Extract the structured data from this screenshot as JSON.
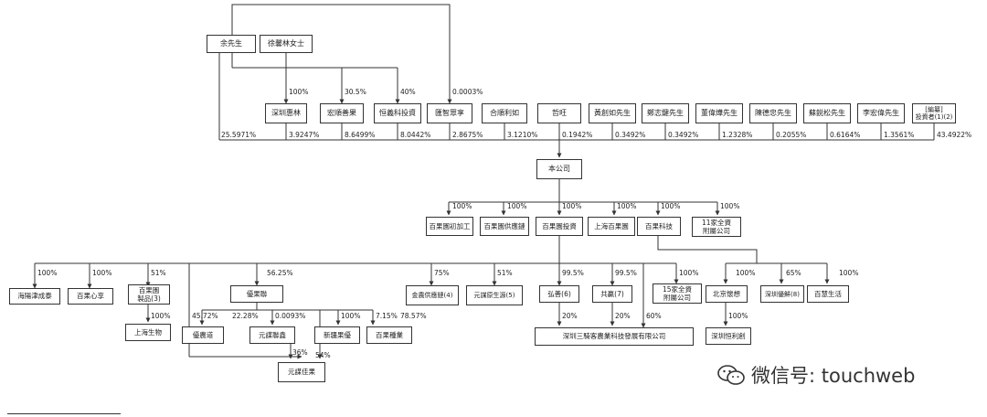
{
  "diagram": {
    "nodes": {
      "yu": "余先生",
      "xu": "徐馨林女士",
      "sz_huilin": "深圳惠林",
      "hongshun": "宏順善果",
      "hengyi": "恒義科投資",
      "huizhi": "匯智眾享",
      "heshun": "合順利如",
      "zhewang": "哲旺",
      "huang": "黃創如先生",
      "zheng": "鄭志鍵先生",
      "dong": "董偉燁先生",
      "chen": "陳德忠先生",
      "su": "蘇鋭松先生",
      "li": "李宏偉先生",
      "ipo_investors": "[編纂]\n投資者(1)(2)",
      "company": "本公司",
      "jiagong": "百果園初加工",
      "gongying": "百果園供應鏈",
      "touzi": "百果園投資",
      "shanghai": "上海百果園",
      "keji": "百果科技",
      "sub11": "11家全資\n附屬公司",
      "haiyang": "海陽津成泰",
      "xinxiang": "百果心享",
      "zhipin": "百果園\n製品(3)",
      "shengwu": "上海生物",
      "nongdao": "優農道",
      "youguolian": "優果聯",
      "yuanmou_lian": "元謀聯鑫",
      "xinjiang": "新疆果優",
      "zhongye": "百果種業",
      "yuanmou_jia": "元謀佳果",
      "jinnong": "金農供應鏈(4)",
      "yuanmou_yuan": "元謀原生源(5)",
      "hongshan": "弘善(6)",
      "gongxiang": "共贏(7)",
      "sub15": "15家全資\n附屬公司",
      "sanqi": "深圳三騎客農業科技發展有限公司",
      "beijing": "北京懷想",
      "youxian": "深圳優鮮(8)",
      "baihui": "百慧生活",
      "henglichuang": "深圳恒利創"
    },
    "percents": {
      "p_huilin": "100%",
      "p_hongshun": "30.5%",
      "p_hengyi": "40%",
      "p_huizhi": "0.0003%",
      "s_yu": "25.5971%",
      "s_huilin": "3.9247%",
      "s_hongshun": "8.6499%",
      "s_hengyi": "8.0442%",
      "s_huizhi": "2.8675%",
      "s_heshun": "3.1210%",
      "s_zhewang": "0.1942%",
      "s_huang": "0.3492%",
      "s_zheng": "0.3492%",
      "s_dong": "1.2328%",
      "s_chen": "0.2055%",
      "s_su": "0.6164%",
      "s_li": "1.3561%",
      "s_ipo": "43.4922%",
      "c_jiagong": "100%",
      "c_gongying": "100%",
      "c_touzi": "100%",
      "c_shanghai": "100%",
      "c_keji": "100%",
      "c_sub11": "100%",
      "t_haiyang": "100%",
      "t_xinxiang": "100%",
      "t_zhipin": "51%",
      "t_youguolian": "56.25%",
      "t_jinnong": "75%",
      "t_yuanmou_yuan": "51%",
      "t_hongshan": "99.5%",
      "t_gongxiang": "99.5%",
      "t_sub15": "100%",
      "z_shengwu": "100%",
      "y_nongdao": "45.72%",
      "y_nongdao2": "22.28%",
      "y_yuanmou_lian": "0.0093%",
      "y_xinjiang": "100%",
      "y_zhongye": "7.15%",
      "y_zhongye2": "78.57%",
      "l_jia1": "36%",
      "l_jia2": "54%",
      "h_sanqi": "20%",
      "g_sanqi": "20%",
      "t_sanqi": "60%",
      "k_beijing": "100%",
      "k_youxian": "65%",
      "k_baihui": "100%",
      "b_heng": "100%"
    }
  },
  "watermark": {
    "icon": "wechat-icon",
    "text": "微信号: touchweb"
  }
}
